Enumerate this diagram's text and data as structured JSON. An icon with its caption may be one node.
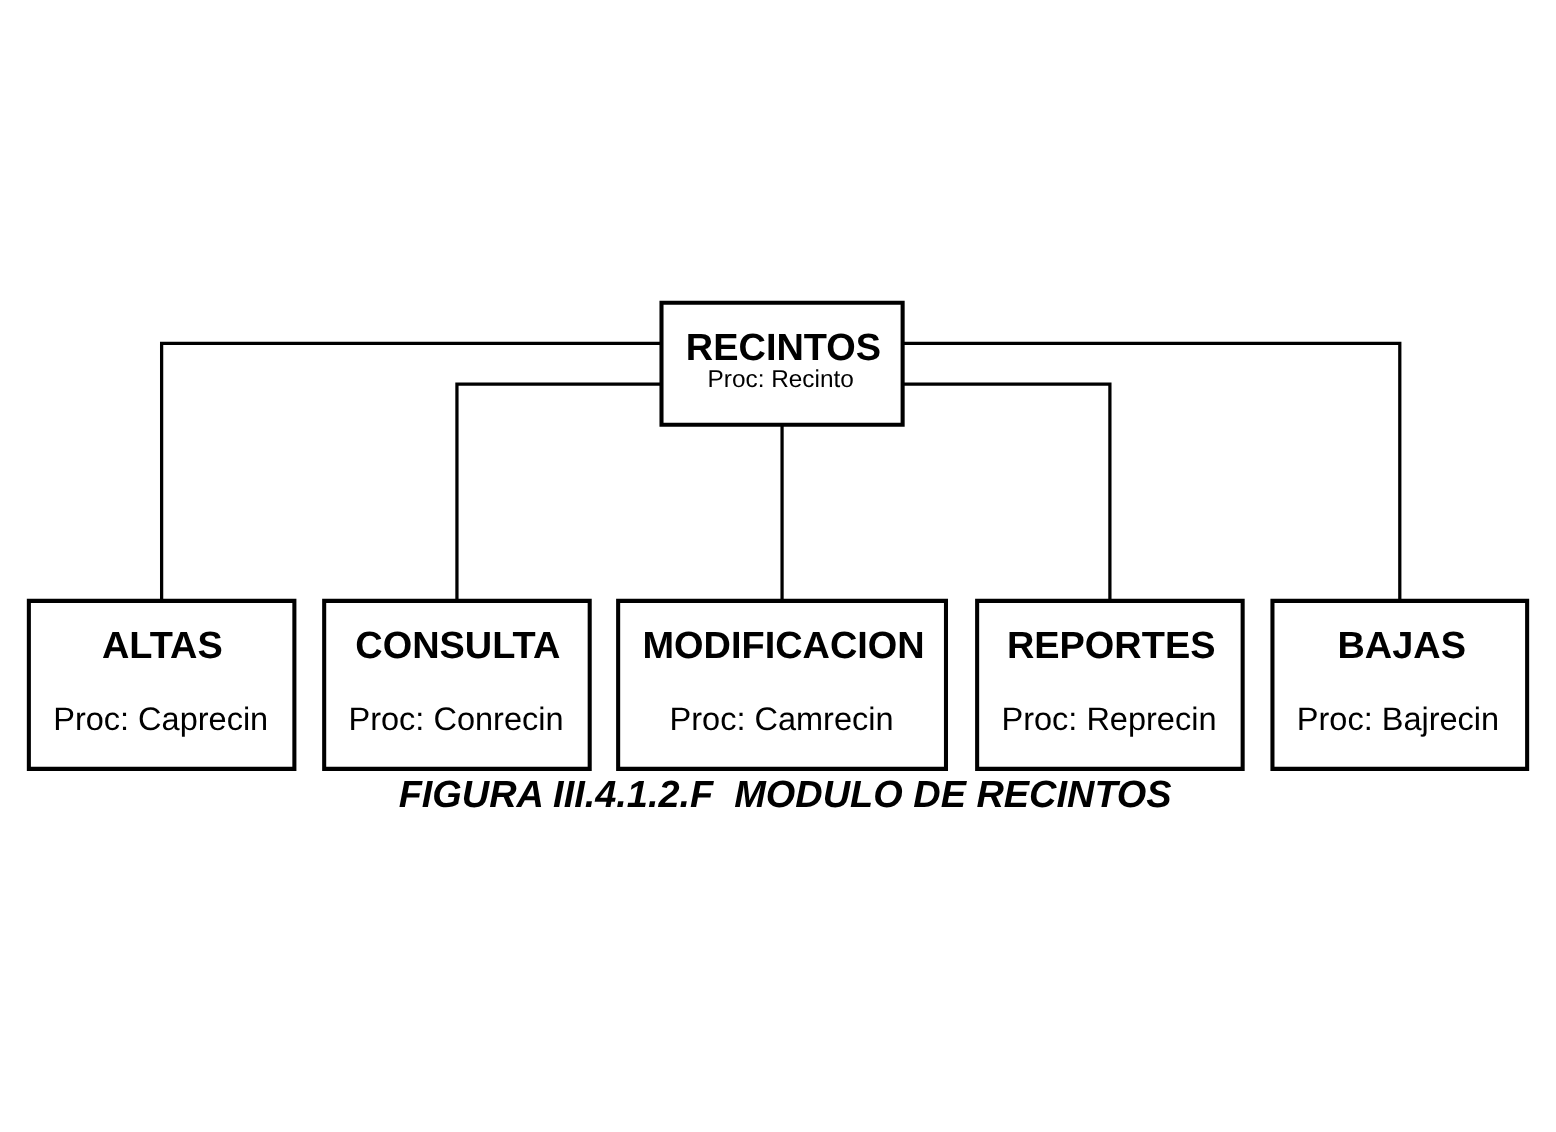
{
  "diagram": {
    "caption": "FIGURA III.4.1.2.F  MODULO DE RECINTOS",
    "nodes": [
      {
        "text": [
          "RECINTOS",
          "Proc: Recinto"
        ]
      },
      {
        "text": [
          "ALTAS",
          "Proc: Caprecin"
        ]
      },
      {
        "text": [
          "CONSULTA",
          "Proc: Conrecin"
        ]
      },
      {
        "text": [
          "MODIFICACION",
          "Proc: Camrecin"
        ]
      },
      {
        "text": [
          "REPORTES",
          "Proc: Reprecin"
        ]
      },
      {
        "text": [
          "BAJAS",
          "Proc: Bajrecin"
        ]
      }
    ],
    "edges": [
      {
        "from": 0,
        "to": 1,
        "arrow": "none"
      },
      {
        "from": 0,
        "to": 2,
        "arrow": "none"
      },
      {
        "from": 0,
        "to": 3,
        "arrow": "none"
      },
      {
        "from": 0,
        "to": 4,
        "arrow": "none"
      },
      {
        "from": 0,
        "to": 5,
        "arrow": "none"
      }
    ]
  }
}
